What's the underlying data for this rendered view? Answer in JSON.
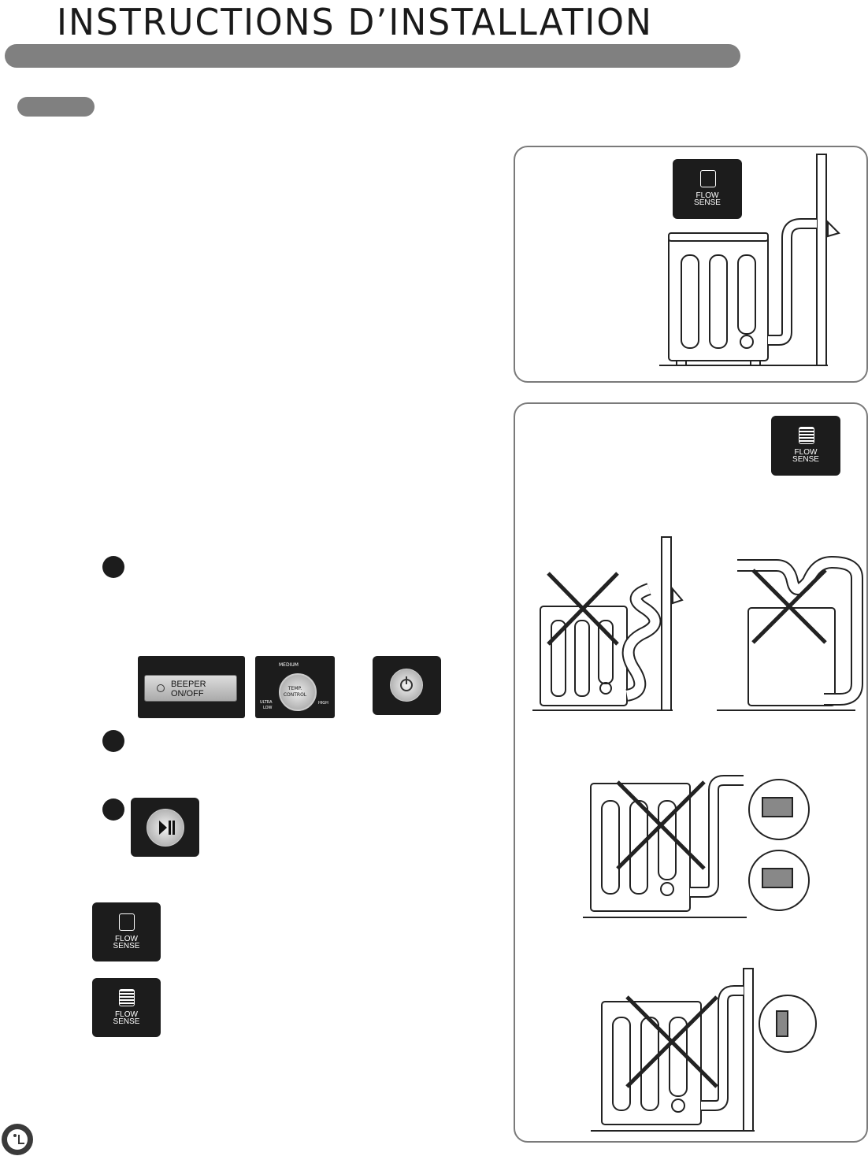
{
  "header": {
    "title": "INSTRUCTIONS D’INSTALLATION"
  },
  "icons": {
    "flow_sense_line1": "FLOW",
    "flow_sense_line2": "SENSE"
  },
  "controls": {
    "beeper_line1": "BEEPER",
    "beeper_line2": "ON/OFF",
    "temp_line1": "TEMP.",
    "temp_line2": "CONTROL",
    "temp_medium": "MEDIUM",
    "temp_ultra": "ULTRA",
    "temp_low": "LOW",
    "temp_high": "HIGH"
  }
}
